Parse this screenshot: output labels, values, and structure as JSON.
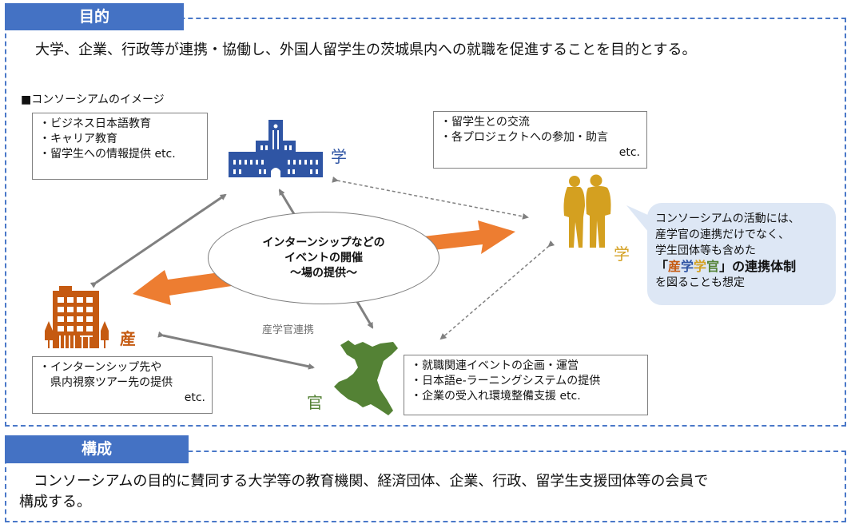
{
  "purpose_section": {
    "tab_label": "目的",
    "statement": "大学、企業、行政等が連携・協働し、外国人留学生の茨城県内への就職を促進することを目的とする。",
    "image_caption": "■コンソーシアムのイメージ"
  },
  "diagram": {
    "university": {
      "label": "学",
      "items": [
        "・ビジネス日本語教育",
        "・キャリア教育",
        "・留学生への情報提供 etc."
      ],
      "color": "#2f55a4"
    },
    "students": {
      "label": "学",
      "items": [
        "・留学生との交流",
        "・各プロジェクトへの参加・助言"
      ],
      "etc": "etc.",
      "color": "#d4a020"
    },
    "industry": {
      "label": "産",
      "items": [
        "・インターンシップ先や",
        "　県内視察ツアー先の提供"
      ],
      "etc": "etc.",
      "color": "#c55a11"
    },
    "government": {
      "label": "官",
      "items": [
        "・就職関連イベントの企画・運営",
        "・日本語e-ラーニングシステムの提供",
        "・企業の受入れ環境整備支援 etc."
      ],
      "color": "#548235"
    },
    "center_event": {
      "lines": [
        "インターンシップなどの",
        "イベントの開催",
        "～場の提供～"
      ]
    },
    "link_label": "産学官連携",
    "callout": {
      "line1": "コンソーシアムの活動には、",
      "line2": "産学官の連携だけでなく、",
      "line3": "学生団体等も含めた",
      "emph_open": "「",
      "emph_parts": [
        {
          "text": "産",
          "color": "#c55a11"
        },
        {
          "text": "学",
          "color": "#2f55a4"
        },
        {
          "text": "学",
          "color": "#d4a020"
        },
        {
          "text": "官",
          "color": "#548235"
        }
      ],
      "emph_close": "」の連携体制",
      "line5": "を図ることも想定"
    },
    "arrow_color": "#ed7d31"
  },
  "composition_section": {
    "tab_label": "構成",
    "statement_line1": "　コンソーシアムの目的に賛同する大学等の教育機関、経済団体、企業、行政、留学生支援団体等の会員で",
    "statement_line2": "構成する。"
  }
}
